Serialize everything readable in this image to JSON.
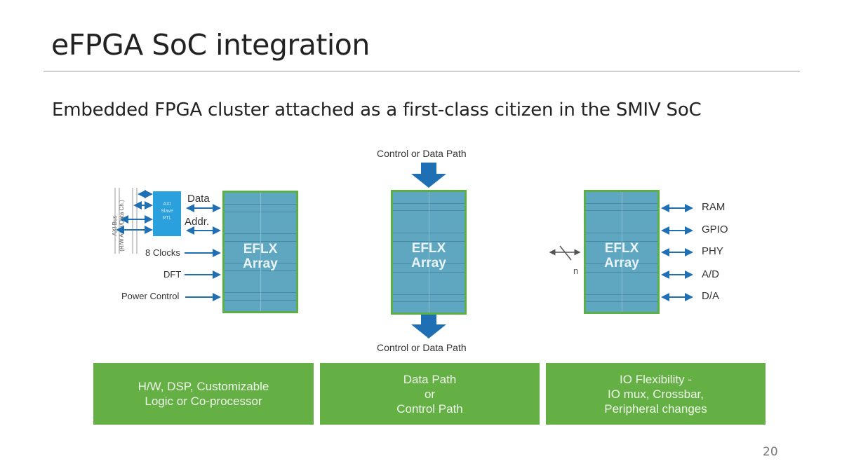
{
  "slide": {
    "title": "eFPGA SoC integration",
    "subtitle": "Embedded FPGA cluster attached as a first-class citizen in the SMIV SoC",
    "page_number": "20"
  },
  "colors": {
    "array_fill": "#5fa7c0",
    "array_border": "#5bb043",
    "arrow_blue": "#1f6fb5",
    "axi_block": "#2aa0dc",
    "green_box": "#64b045"
  },
  "diagram_left": {
    "bus_label_line1": "AXI Bus",
    "bus_label_line2": "(R/W Addr/Data Ch.)",
    "axi_block_lines": [
      "AXI",
      "Slave",
      "RTL"
    ],
    "signals": [
      "Data",
      "Addr.",
      "8 Clocks",
      "DFT",
      "Power Control"
    ],
    "array_label_line1": "EFLX",
    "array_label_line2": "Array"
  },
  "diagram_center": {
    "top_label": "Control or Data Path",
    "bottom_label": "Control or Data Path",
    "array_label_line1": "EFLX",
    "array_label_line2": "Array"
  },
  "diagram_right": {
    "bus_width_label": "n",
    "signals": [
      "RAM",
      "GPIO",
      "PHY",
      "A/D",
      "D/A"
    ],
    "array_label_line1": "EFLX",
    "array_label_line2": "Array"
  },
  "green_boxes": [
    {
      "lines": [
        "H/W, DSP, Customizable",
        "Logic or  Co-processor"
      ]
    },
    {
      "lines": [
        "Data Path",
        "or",
        "Control Path"
      ]
    },
    {
      "lines": [
        "IO Flexibility -",
        "IO mux, Crossbar,",
        "Peripheral changes"
      ]
    }
  ]
}
